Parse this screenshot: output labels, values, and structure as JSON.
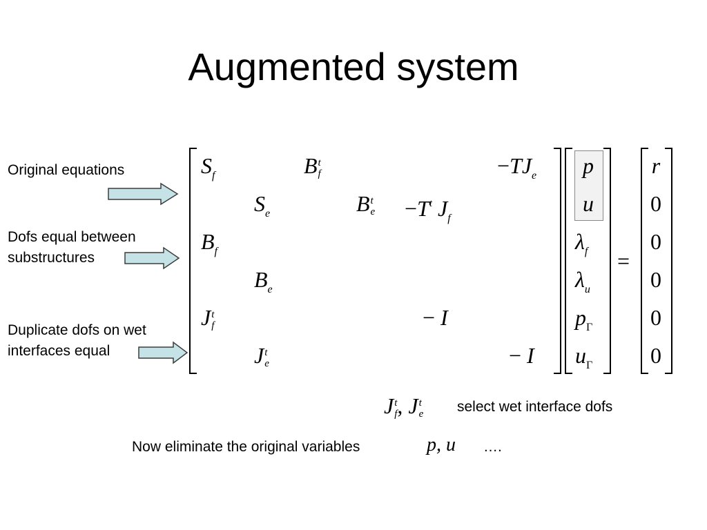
{
  "slide": {
    "title": "Augmented system"
  },
  "annotations": {
    "original": "Original equations",
    "dofs_line1": "Dofs equal between",
    "dofs_line2": "substructures",
    "dup_line1": "Duplicate dofs on wet",
    "dup_line2": "interfaces equal"
  },
  "matrix": {
    "r1": {
      "S": "S",
      "Ssub": "f",
      "B": "B",
      "Bsup": "t",
      "Bsub": "f",
      "minus": "−",
      "TJ": "TJ",
      "TJsub": "e"
    },
    "r2": {
      "S": "S",
      "Ssub": "e",
      "B": "B",
      "Bsup": "t",
      "Bsub": "e",
      "minus": "−",
      "T": "T",
      "Tsup": "t",
      "J": "J",
      "Jsub": "f"
    },
    "r3": {
      "B": "B",
      "Bsub": "f"
    },
    "r4": {
      "B": "B",
      "Bsub": "e"
    },
    "r5": {
      "J": "J",
      "Jsup": "t",
      "Jsub": "f",
      "minus": "−",
      "I": "I"
    },
    "r6": {
      "J": "J",
      "Jsup": "t",
      "Jsub": "e",
      "minus": "−",
      "I": "I"
    }
  },
  "unknowns": {
    "p": "p",
    "u": "u",
    "lambda": "λ",
    "lf_sub": "f",
    "lu_sub": "u",
    "pG": "p",
    "uG": "u",
    "gamma": "Γ"
  },
  "equals": "=",
  "rhs": [
    "r",
    "0",
    "0",
    "0",
    "0",
    "0"
  ],
  "note_select": {
    "J1": "J",
    "J1sup": "t",
    "J1sub": "f",
    "comma": ",",
    "J2": "J",
    "J2sup": "t",
    "J2sub": "e",
    "text": "select wet interface dofs"
  },
  "note_elim": {
    "text": "Now eliminate the original variables",
    "vars": "p, u",
    "dots": "…."
  },
  "colors": {
    "arrow_fill": "#c5e3e6",
    "arrow_stroke": "#3c3c3c",
    "highlight_fill": "#f2f2f2",
    "highlight_border": "#888888"
  }
}
